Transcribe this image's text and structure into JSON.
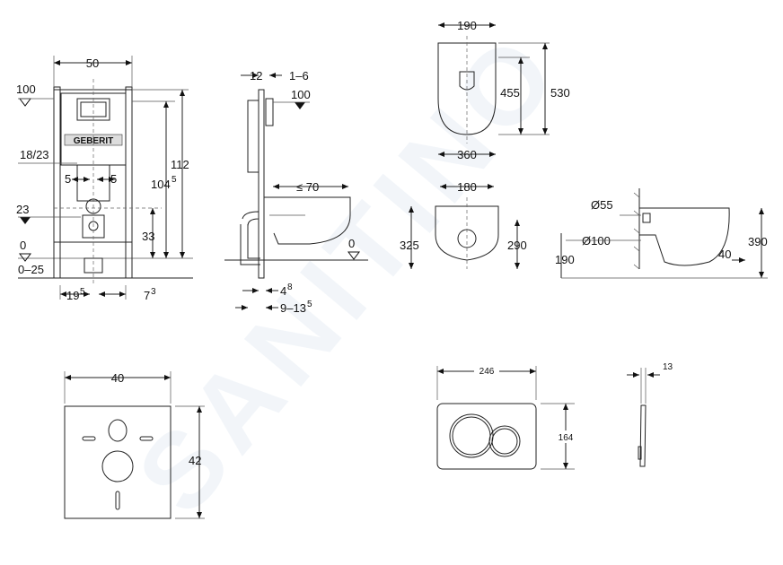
{
  "brand": {
    "logo_text": "GEBERIT",
    "watermark": "SANITINO"
  },
  "dimensions": {
    "frame_width": "50",
    "water_inlet": "100",
    "frame_height": "112",
    "outlet_height": "104",
    "outlet_height_sup": "5",
    "pipe_size": "18/23",
    "anchor_left": "5",
    "anchor_right": "5",
    "level_23": "23",
    "level_33": "33",
    "level_0": "0",
    "floor_range": "0–25",
    "width_19": "19",
    "width_19_sup": "5",
    "width_7": "7",
    "width_7_sup": "3",
    "side_12": "12",
    "side_1_6": "1–6",
    "side_100": "100",
    "side_70": "≤ 70",
    "side_0": "0",
    "side_4": "4",
    "side_4_sup": "8",
    "side_9_13": "9–13",
    "side_9_13_sup": "5",
    "bowl_top_width": "190",
    "bowl_455": "455",
    "bowl_530": "530",
    "bowl_360": "360",
    "bowl_front_180": "180",
    "bowl_325": "325",
    "bowl_290": "290",
    "bowl_side_55": "Ø55",
    "bowl_side_100": "Ø100",
    "bowl_side_190": "190",
    "bowl_side_40": "40",
    "bowl_side_390": "390",
    "mat_width": "40",
    "mat_height": "42",
    "plate_width": "246",
    "plate_height": "164",
    "plate_depth": "13"
  },
  "colors": {
    "line": "#222222",
    "watermark": "#2f6da8"
  }
}
